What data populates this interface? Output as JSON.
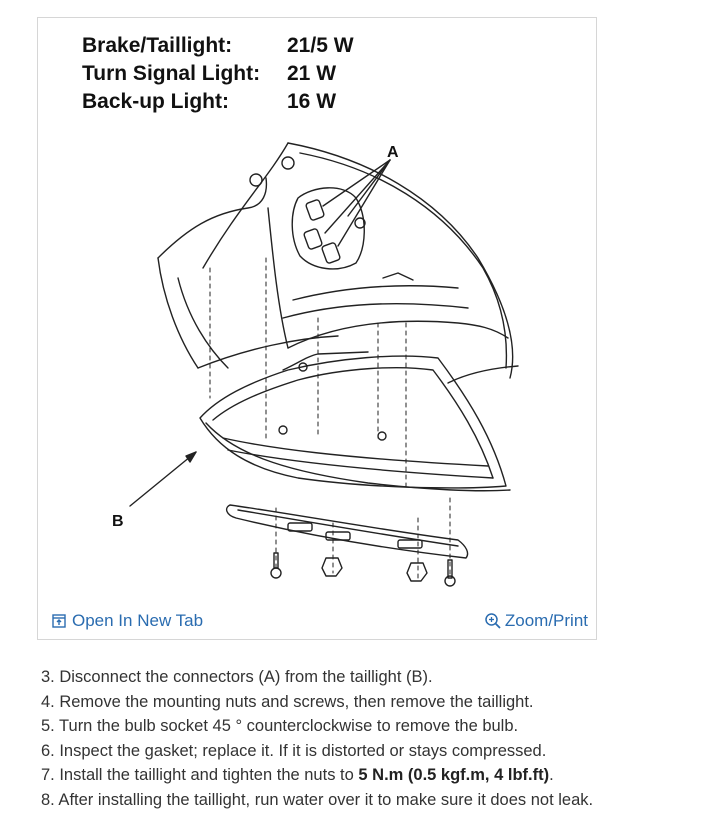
{
  "bulbs": [
    {
      "label": "Brake/Taillight:",
      "value": "21/5 W"
    },
    {
      "label": "Turn Signal Light:",
      "value": "21 W"
    },
    {
      "label": "Back-up Light:",
      "value": "16 W"
    }
  ],
  "callouts": {
    "a": "A",
    "b": "B"
  },
  "links": {
    "open_new_tab": "Open In New Tab",
    "zoom_print": "Zoom/Print"
  },
  "steps": [
    {
      "text": "3. Disconnect the connectors (A) from the taillight (B)."
    },
    {
      "text": "4. Remove the mounting nuts and screws, then remove the taillight."
    },
    {
      "text": "5. Turn the bulb socket 45 ° counterclockwise to remove the bulb."
    },
    {
      "text": "6. Inspect the gasket; replace it. If it is distorted or stays compressed."
    },
    {
      "pre": "7. Install the taillight and tighten the nuts to ",
      "bold": "5 N.m (0.5 kgf.m, 4 lbf.ft)",
      "post": "."
    },
    {
      "text": "8. After installing the taillight, run water over it to make sure it does not leak."
    }
  ],
  "colors": {
    "link": "#2a6cb0",
    "text": "#333333",
    "border": "#d6d6d6"
  },
  "icons": {
    "open_new_tab": "open-new-tab-icon",
    "zoom": "zoom-in-icon"
  }
}
